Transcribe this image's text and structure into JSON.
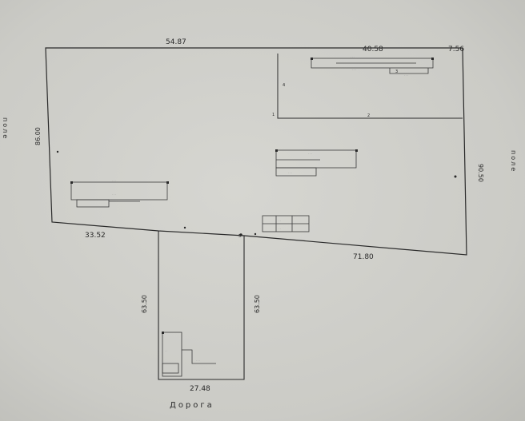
{
  "plan": {
    "dimensions": {
      "top": "54.87",
      "top_right_a": "40.58",
      "top_right_b": "7.56",
      "left": "86.00",
      "right": "90.50",
      "bottom_left": "33.52",
      "bottom_right": "71.80",
      "drive_left": "63.50",
      "drive_right": "63.50",
      "drive_bottom": "27.48"
    },
    "labels": {
      "road": "Дорога",
      "field_left": "поле",
      "field_right": "поле"
    },
    "point_numbers": {
      "p1": "1",
      "p2": "2",
      "p3": "3",
      "p4": "4",
      "p5": "5"
    }
  }
}
